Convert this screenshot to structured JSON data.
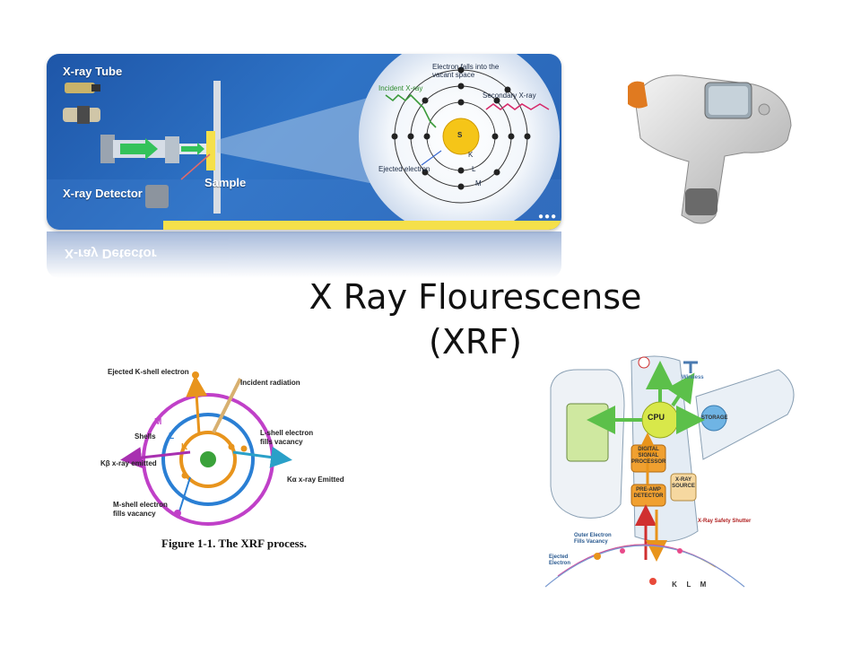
{
  "title": {
    "line1": "X Ray Flourescense",
    "line2": "(XRF)"
  },
  "banner": {
    "tube_label": "X-ray Tube",
    "detector_label": "X-ray Detector",
    "sample_label": "Sample",
    "electron_falls": "Electron falls into the vacant space",
    "incident": "Incident X-ray",
    "secondary": "Secondary X-ray",
    "ejected": "Ejected electron",
    "nucleus": "S",
    "shell_k": "K",
    "shell_l": "L",
    "shell_m": "M",
    "dots": "●●●",
    "reflection": "X-ray Detector",
    "colors": {
      "band": "#2563b4",
      "accent": "#f5e04a",
      "arrow": "#34c25a"
    }
  },
  "figure": {
    "ejected_k": "Ejected K-shell electron",
    "incident_radiation": "Incident radiation",
    "shells": "Shells",
    "l_shell": "L-shell electron fills vacancy",
    "kb": "Kβ x-ray emitted",
    "ka": "Kα x-ray Emitted",
    "m_shell": "M-shell electron fills vacancy",
    "m": "M",
    "l": "L",
    "k": "K",
    "caption": "Figure 1-1.  The XRF process.",
    "colors": {
      "m": "#c040c8",
      "l": "#2a7fd4",
      "k": "#e8941c",
      "nucleus": "#3aa23a"
    }
  },
  "schematic": {
    "cpu": "CPU",
    "storage": "STORAGE",
    "dsp": "DIGITAL SIGNAL PROCESSOR",
    "preamp": "PRE-AMP DETECTOR",
    "source": "X-RAY SOURCE",
    "safety": "X-Ray Safety Shutter",
    "wireless": "Wireless",
    "ejected": "Ejected Electron",
    "outer": "Outer Electron Fills Vacancy",
    "k": "K",
    "l": "L",
    "m": "M",
    "colors": {
      "cpu": "#d8e84a",
      "storage": "#6fb4e4",
      "arrow": "#5cc04a"
    }
  }
}
